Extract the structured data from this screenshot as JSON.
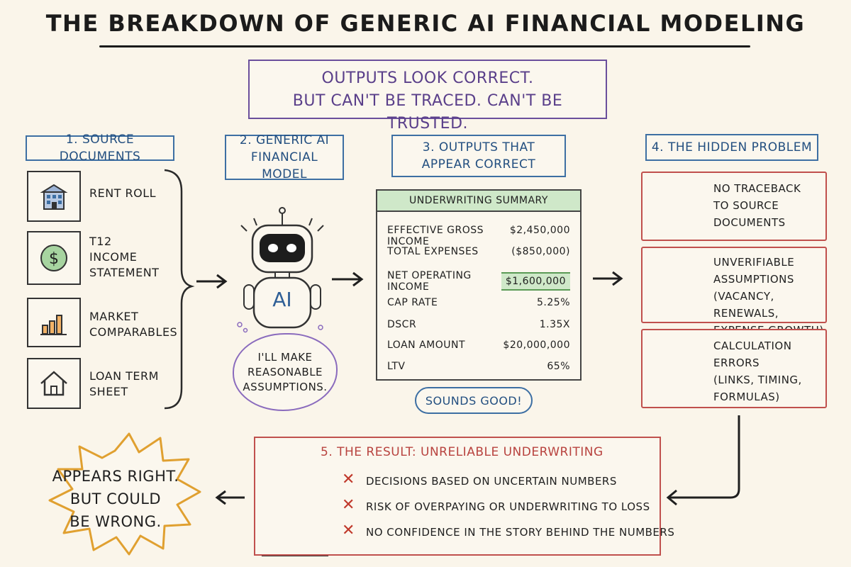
{
  "title": "THE BREAKDOWN OF GENERIC AI FINANCIAL MODELING",
  "banner": {
    "line1": "OUTPUTS LOOK CORRECT.",
    "line2": "BUT CAN'T BE TRACED.  CAN'T BE TRUSTED."
  },
  "sections": {
    "s1": "1. SOURCE DOCUMENTS",
    "s2_line1": "2. GENERIC AI",
    "s2_line2": "FINANCIAL MODEL",
    "s3_line1": "3. OUTPUTS THAT",
    "s3_line2": "APPEAR CORRECT",
    "s4": "4. THE HIDDEN PROBLEM"
  },
  "docs": [
    {
      "lines": [
        "RENT ROLL"
      ],
      "icon": "building-icon"
    },
    {
      "lines": [
        "T12",
        "INCOME",
        "STATEMENT"
      ],
      "icon": "dollar-icon"
    },
    {
      "lines": [
        "MARKET",
        "COMPARABLES"
      ],
      "icon": "bar-chart-icon"
    },
    {
      "lines": [
        "LOAN TERM",
        "SHEET"
      ],
      "icon": "house-icon"
    }
  ],
  "robot": {
    "label": "AI",
    "speech": [
      "I'LL MAKE",
      "REASONABLE",
      "ASSUMPTIONS."
    ]
  },
  "summary": {
    "header": "UNDERWRITING SUMMARY",
    "rows": [
      {
        "label": "EFFECTIVE GROSS INCOME",
        "value": "$2,450,000"
      },
      {
        "label": "TOTAL EXPENSES",
        "value": "($850,000)"
      },
      {
        "label": "NET OPERATING INCOME",
        "value": "$1,600,000"
      },
      {
        "label": "CAP RATE",
        "value": "5.25%"
      },
      {
        "label": "DSCR",
        "value": "1.35x"
      },
      {
        "label": "LOAN AMOUNT",
        "value": "$20,000,000"
      },
      {
        "label": "LTV",
        "value": "65%"
      }
    ],
    "reaction": "SOUNDS GOOD!"
  },
  "problems": [
    {
      "lines": [
        "NO TRACEBACK",
        "TO SOURCE",
        "DOCUMENTS"
      ],
      "icon": "magnifier-question-icon"
    },
    {
      "lines": [
        "UNVERIFIABLE",
        "ASSUMPTIONS",
        "(VACANCY, RENEWALS,",
        "EXPENSE GROWTH)"
      ],
      "icon": "thought-cloud-icon"
    },
    {
      "lines": [
        "CALCULATION",
        "ERRORS",
        "(LINKS, TIMING,",
        "FORMULAS)"
      ],
      "icon": "calculator-icon"
    }
  ],
  "result": {
    "title": "5. THE RESULT: UNRELIABLE UNDERWRITING",
    "items": [
      "DECISIONS BASED ON UNCERTAIN NUMBERS",
      "RISK OF OVERPAYING OR UNDERWRITING TO LOSS",
      "NO CONFIDENCE IN THE STORY BEHIND THE NUMBERS"
    ]
  },
  "burst": [
    "APPEARS RIGHT.",
    "BUT COULD",
    "BE WRONG."
  ],
  "colors": {
    "purple": "#5a3f8a",
    "blue": "#234f80",
    "red": "#c0504d",
    "green": "#cfe8c9",
    "orange": "#e0a030"
  }
}
